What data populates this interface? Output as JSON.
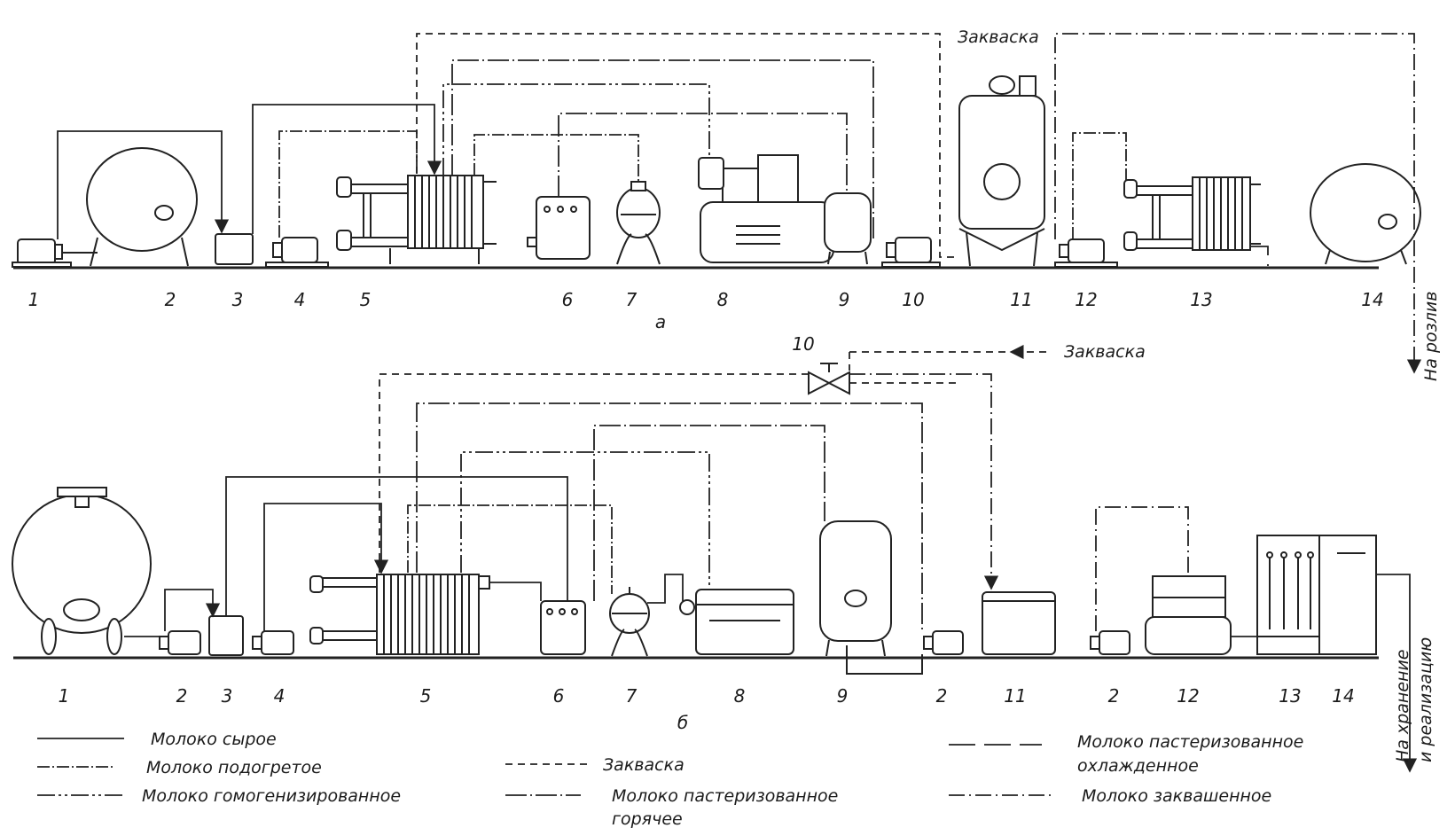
{
  "diagram_a": {
    "caption": "а",
    "numbers": [
      "1",
      "2",
      "3",
      "4",
      "5",
      "6",
      "7",
      "8",
      "9",
      "10",
      "11",
      "12",
      "13",
      "14"
    ],
    "starter_label": "Закваска",
    "output_label": "На розлив"
  },
  "diagram_b": {
    "caption": "б",
    "numbers": [
      "1",
      "2",
      "3",
      "4",
      "5",
      "6",
      "7",
      "8",
      "9",
      "2",
      "11",
      "2",
      "12",
      "13",
      "14"
    ],
    "valve_number": "10",
    "starter_label": "Закваска",
    "output_label_1": "На хранение",
    "output_label_2": "и реализацию"
  },
  "legend": [
    {
      "style": "p-raw",
      "text": "Молоко сырое"
    },
    {
      "style": "p-heat",
      "text": "Молоко подогретое"
    },
    {
      "style": "p-homo",
      "text": "Молоко гомогенизированное"
    },
    {
      "style": "p-start",
      "text": "Закваска"
    },
    {
      "style": "p-hot",
      "text": "Молоко пастеризованное",
      "text2": "горячее"
    },
    {
      "style": "p-cold",
      "text": "Молоко пастеризованное",
      "text2": "охлажденное"
    },
    {
      "style": "p-ferm",
      "text": "Молоко заквашенное"
    }
  ]
}
